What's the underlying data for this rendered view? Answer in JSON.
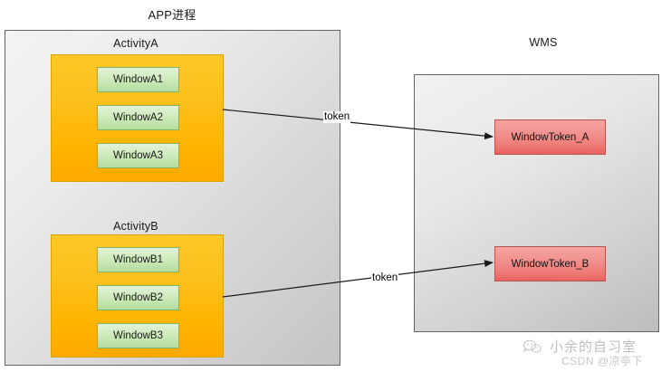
{
  "diagram": {
    "title_app": "APP进程",
    "title_wms": "WMS",
    "app_process": {
      "label": "APP进程",
      "activities": [
        {
          "label": "ActivityA",
          "windows": [
            {
              "label": "WindowA1"
            },
            {
              "label": "WindowA2"
            },
            {
              "label": "WindowA3"
            }
          ]
        },
        {
          "label": "ActivityB",
          "windows": [
            {
              "label": "WindowB1"
            },
            {
              "label": "WindowB2"
            },
            {
              "label": "WindowB3"
            }
          ]
        }
      ]
    },
    "wms": {
      "label": "WMS",
      "tokens": [
        {
          "label": "WindowToken_A"
        },
        {
          "label": "WindowToken_B"
        }
      ]
    },
    "edges": [
      {
        "label": "token",
        "from": "ActivityA",
        "to": "WindowToken_A"
      },
      {
        "label": "token",
        "from": "ActivityB",
        "to": "WindowToken_B"
      }
    ],
    "colors": {
      "activity_fill": "#ffb400",
      "activity_stroke": "#d9a300",
      "window_fill": "#c8e6b0",
      "window_stroke": "#82b366",
      "token_fill": "#ef7d79",
      "token_stroke": "#b85450",
      "container_stroke": "#666666",
      "arrow": "#1a1a1a"
    }
  },
  "watermark": {
    "line1": "小余的自习室",
    "line2": "CSDN @凉亭下"
  }
}
